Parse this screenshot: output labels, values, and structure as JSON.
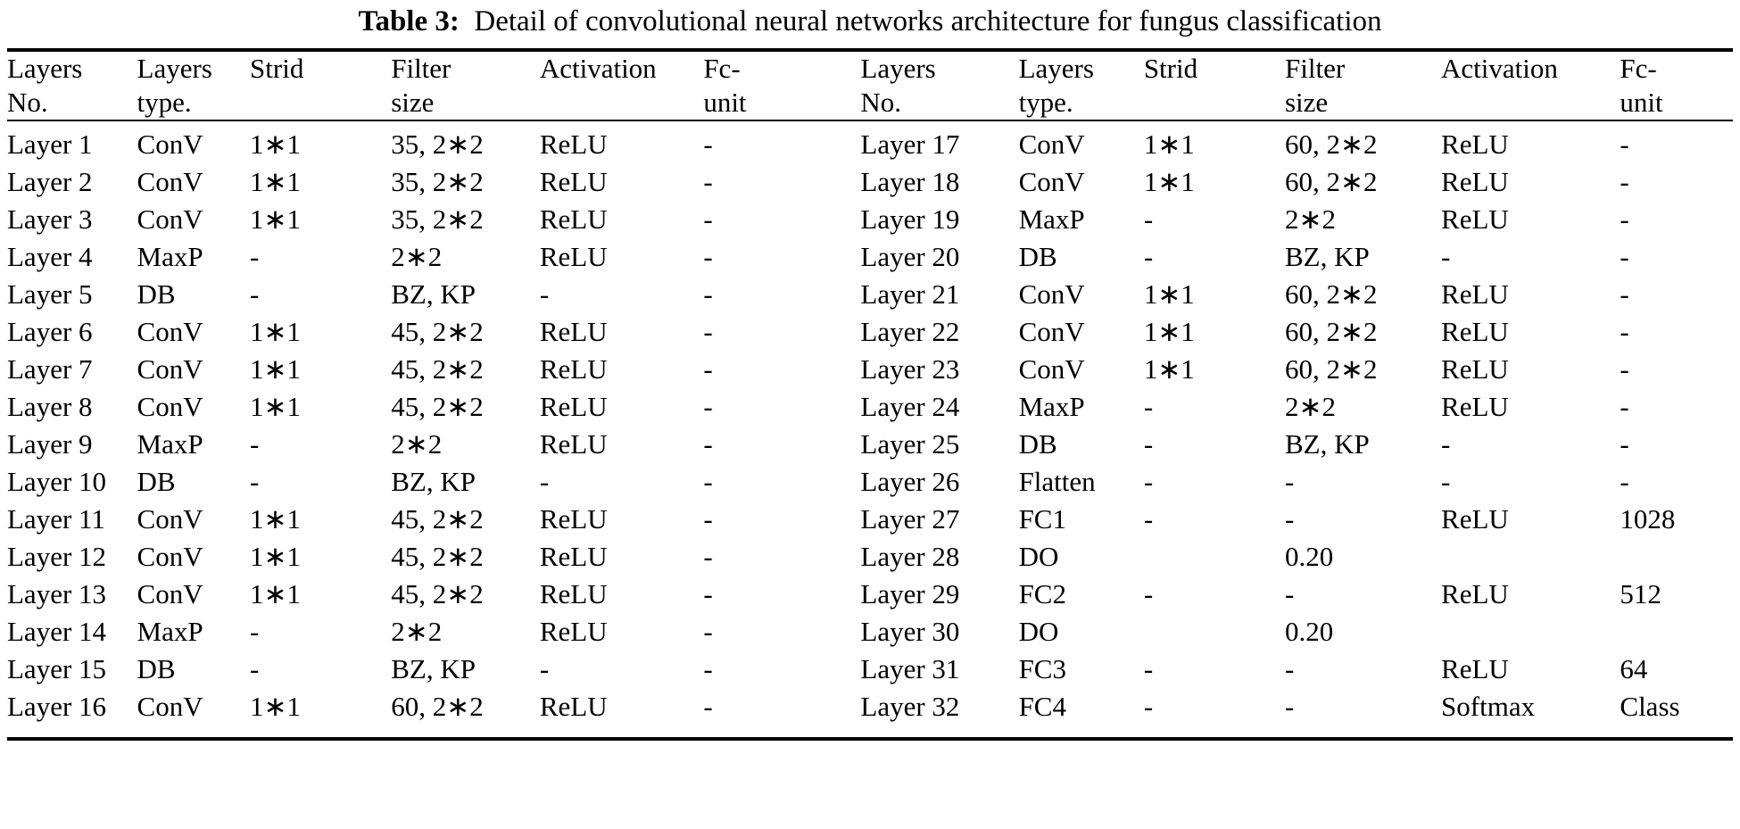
{
  "caption": {
    "label": "Table 3:",
    "text": "Detail of convolutional neural networks architecture for fungus classification"
  },
  "table": {
    "headers_left": [
      {
        "line1": "Layers",
        "line2": "No."
      },
      {
        "line1": "Layers",
        "line2": "type."
      },
      {
        "line1": "Strid",
        "line2": ""
      },
      {
        "line1": "Filter",
        "line2": "size"
      },
      {
        "line1": "Activation",
        "line2": ""
      },
      {
        "line1": "Fc-",
        "line2": "unit"
      }
    ],
    "headers_right": [
      {
        "line1": "Layers",
        "line2": "No."
      },
      {
        "line1": "Layers",
        "line2": "type."
      },
      {
        "line1": "Strid",
        "line2": ""
      },
      {
        "line1": "Filter",
        "line2": "size"
      },
      {
        "line1": "Activation",
        "line2": ""
      },
      {
        "line1": "Fc-",
        "line2": "unit"
      }
    ],
    "rows": [
      [
        "Layer 1",
        "ConV",
        "1∗1",
        "35, 2∗2",
        "ReLU",
        "-",
        "Layer 17",
        "ConV",
        "1∗1",
        "60, 2∗2",
        "ReLU",
        "-"
      ],
      [
        "Layer 2",
        "ConV",
        "1∗1",
        "35, 2∗2",
        "ReLU",
        "-",
        "Layer 18",
        "ConV",
        "1∗1",
        "60, 2∗2",
        "ReLU",
        "-"
      ],
      [
        "Layer 3",
        "ConV",
        "1∗1",
        "35, 2∗2",
        "ReLU",
        "-",
        "Layer 19",
        "MaxP",
        "-",
        "2∗2",
        "ReLU",
        "-"
      ],
      [
        "Layer 4",
        "MaxP",
        "-",
        "2∗2",
        "ReLU",
        "-",
        "Layer 20",
        "DB",
        "-",
        "BZ, KP",
        "-",
        "-"
      ],
      [
        "Layer 5",
        "DB",
        "-",
        "BZ, KP",
        "-",
        "-",
        "Layer 21",
        "ConV",
        "1∗1",
        "60, 2∗2",
        "ReLU",
        "-"
      ],
      [
        "Layer 6",
        "ConV",
        "1∗1",
        "45, 2∗2",
        "ReLU",
        "-",
        "Layer 22",
        "ConV",
        "1∗1",
        "60, 2∗2",
        "ReLU",
        "-"
      ],
      [
        "Layer 7",
        "ConV",
        "1∗1",
        "45, 2∗2",
        "ReLU",
        "-",
        "Layer 23",
        "ConV",
        "1∗1",
        "60, 2∗2",
        "ReLU",
        "-"
      ],
      [
        "Layer 8",
        "ConV",
        "1∗1",
        "45, 2∗2",
        "ReLU",
        "-",
        "Layer 24",
        "MaxP",
        "-",
        "2∗2",
        "ReLU",
        "-"
      ],
      [
        "Layer 9",
        "MaxP",
        "-",
        "2∗2",
        "ReLU",
        "-",
        "Layer 25",
        "DB",
        "-",
        "BZ, KP",
        "-",
        "-"
      ],
      [
        "Layer 10",
        "DB",
        "-",
        "BZ, KP",
        "-",
        "-",
        "Layer 26",
        "Flatten",
        "-",
        "-",
        "-",
        "-"
      ],
      [
        "Layer 11",
        "ConV",
        "1∗1",
        "45, 2∗2",
        "ReLU",
        "-",
        "Layer 27",
        "FC1",
        "-",
        "-",
        "ReLU",
        "1028"
      ],
      [
        "Layer 12",
        "ConV",
        "1∗1",
        "45, 2∗2",
        "ReLU",
        "-",
        "Layer 28",
        "DO",
        "",
        "0.20",
        "",
        ""
      ],
      [
        "Layer 13",
        "ConV",
        "1∗1",
        "45, 2∗2",
        "ReLU",
        "-",
        "Layer 29",
        "FC2",
        "-",
        "-",
        "ReLU",
        "512"
      ],
      [
        "Layer 14",
        "MaxP",
        "-",
        "2∗2",
        "ReLU",
        "-",
        "Layer 30",
        "DO",
        "",
        "0.20",
        "",
        ""
      ],
      [
        "Layer 15",
        "DB",
        "-",
        "BZ, KP",
        "-",
        "-",
        "Layer 31",
        "FC3",
        "-",
        "-",
        "ReLU",
        "64"
      ],
      [
        "Layer 16",
        "ConV",
        "1∗1",
        "60, 2∗2",
        "ReLU",
        "-",
        "Layer 32",
        "FC4",
        "-",
        "-",
        "Softmax",
        "Class"
      ]
    ]
  }
}
